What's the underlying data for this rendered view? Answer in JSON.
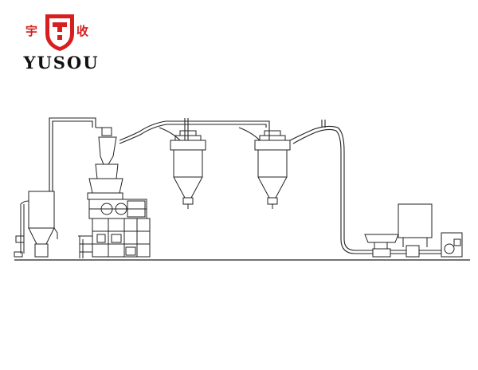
{
  "logo": {
    "brand_left": "宇",
    "brand_right": "收",
    "brand_en": "YUSOU",
    "mark_color": "#d81e1e"
  },
  "diagram": {
    "line_color": "#222222",
    "components": [
      "dust-collector-tower",
      "crusher-hopper",
      "crusher-unit",
      "support-platform",
      "cyclone-separator-1",
      "cyclone-separator-2",
      "feed-hopper",
      "rotary-valve",
      "blower-motor",
      "storage-tank",
      "conveying-pipeline"
    ]
  }
}
